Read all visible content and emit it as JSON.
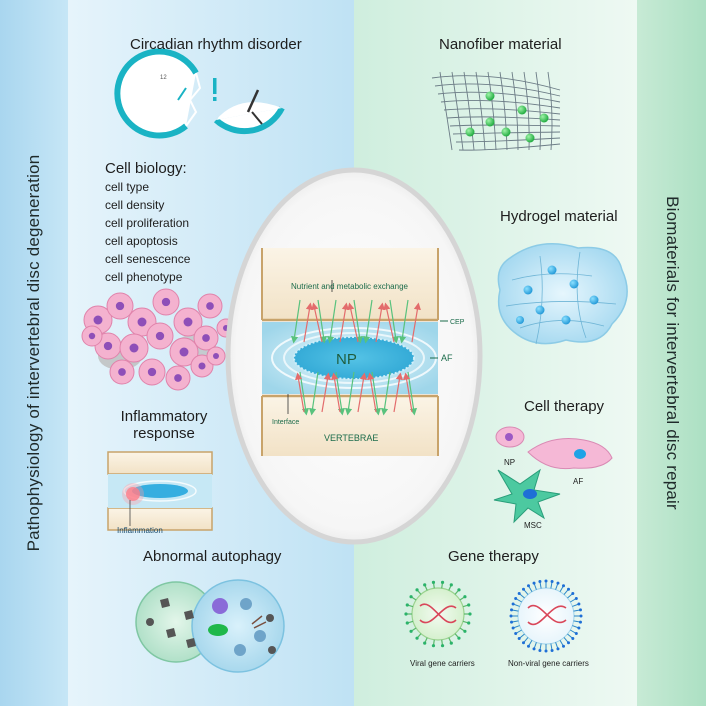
{
  "side_labels": {
    "left": "Pathophysiology of intervertebral disc degeneration",
    "right": "Biomaterials for intervertebral disc repair"
  },
  "left_panels": {
    "circadian": {
      "title": "Circadian rhythm disorder",
      "clock_number": "12"
    },
    "cell_biology": {
      "title": "Cell biology:",
      "items": [
        "cell type",
        "cell density",
        "cell proliferation",
        "cell apoptosis",
        "cell senescence",
        "cell phenotype"
      ]
    },
    "inflammatory": {
      "title_line1": "Inflammatory",
      "title_line2": "response",
      "label": "Inflammation"
    },
    "autophagy": {
      "title": "Abnormal autophagy"
    }
  },
  "center": {
    "exchange_label": "Nutrient and metabolic exchange",
    "cep_label": "CEP",
    "np_label": "NP",
    "af_label": "AF",
    "interface_label": "Interface",
    "vertebrae_label": "VERTEBRAE"
  },
  "right_panels": {
    "nanofiber": {
      "title": "Nanofiber material"
    },
    "hydrogel": {
      "title": "Hydrogel material"
    },
    "cell_therapy": {
      "title": "Cell therapy",
      "np": "NP",
      "af": "AF",
      "msc": "MSC"
    },
    "gene_therapy": {
      "title": "Gene therapy",
      "viral": "Viral gene carriers",
      "nonviral": "Non-viral gene carriers"
    }
  },
  "colors": {
    "left_bg": "#bfe2f3",
    "right_bg": "#d8efe3",
    "teal": "#1ab3c4",
    "green_accent": "#2bb36a",
    "pink_cell": "#f2a9c9",
    "nucleus_purple": "#8e4fb8"
  }
}
